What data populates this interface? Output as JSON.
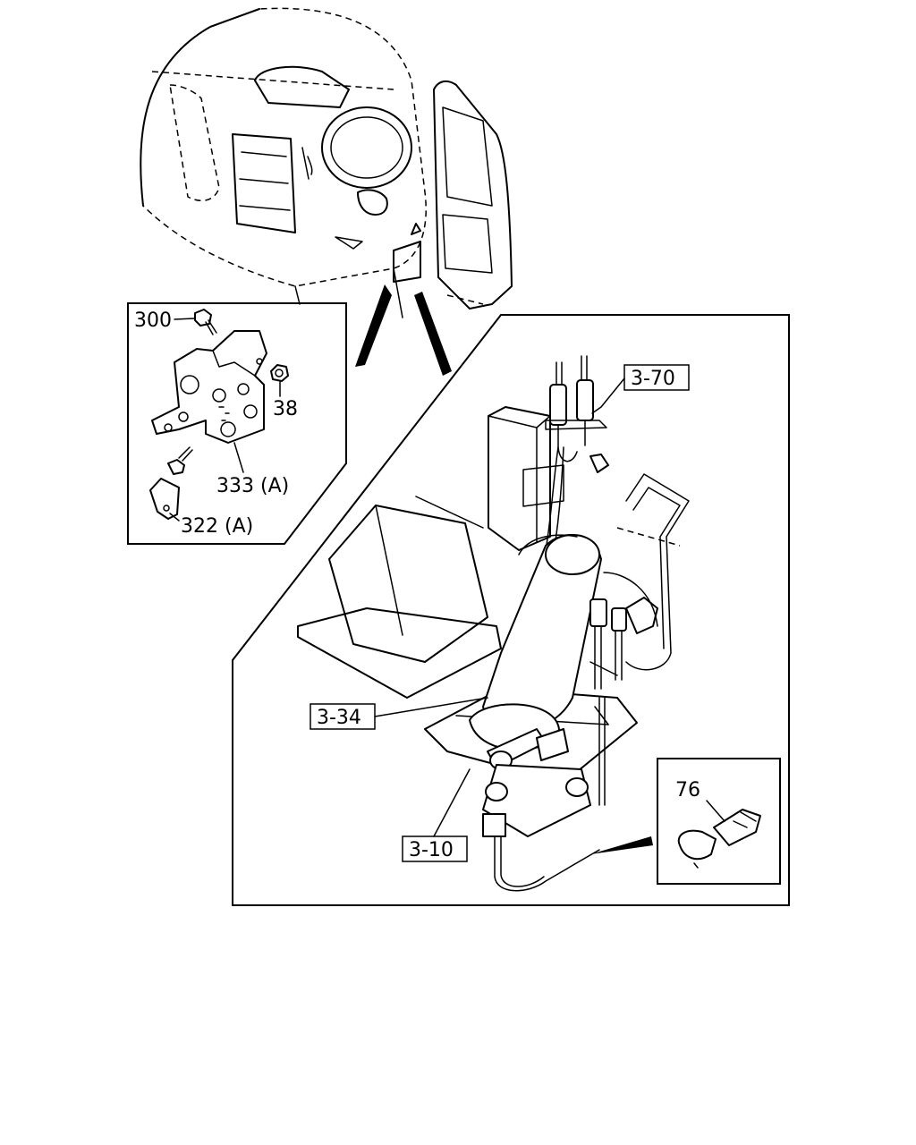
{
  "labels": {
    "p300": "300",
    "p38": "38",
    "p333": "333 (A)",
    "p322": "322 (A)",
    "ref370": "3-70",
    "ref334": "3-34",
    "ref310": "3-10",
    "p76": "76"
  }
}
